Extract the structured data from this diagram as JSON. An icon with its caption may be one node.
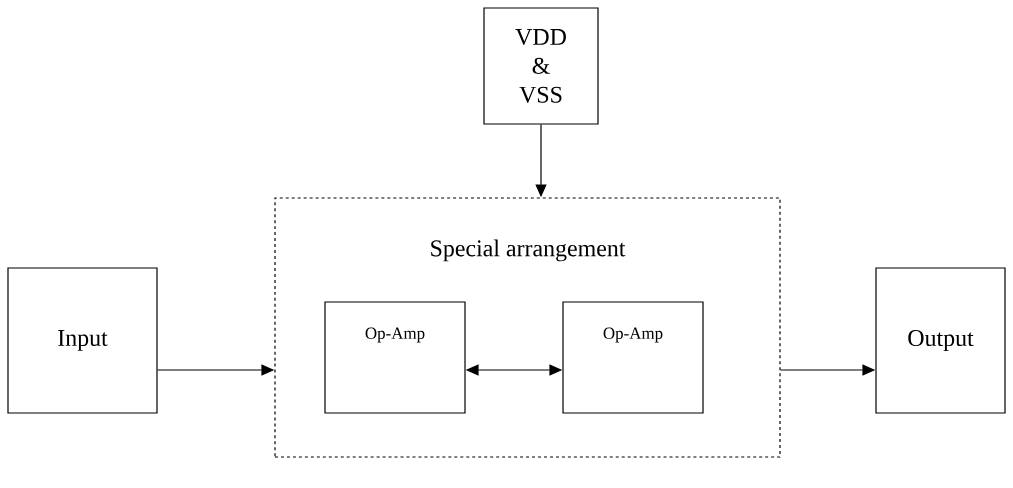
{
  "diagram": {
    "nodes": [
      {
        "text": [
          "VDD & VSS"
        ]
      },
      {
        "text": [
          "Special arrangement"
        ]
      },
      {
        "text": [
          "Input"
        ]
      },
      {
        "text": [
          "Op-Amp"
        ],
        "in": 1
      },
      {
        "text": [
          "Op-Amp"
        ],
        "in": 1
      },
      {
        "text": [
          "Output"
        ]
      }
    ],
    "edges": [
      {
        "from": 0,
        "to": 1,
        "arrow": "to"
      },
      {
        "from": 2,
        "to": 1,
        "arrow": "to"
      },
      {
        "from": 3,
        "to": 4,
        "arrow": "both"
      },
      {
        "from": 1,
        "to": 5,
        "arrow": "to"
      }
    ]
  }
}
